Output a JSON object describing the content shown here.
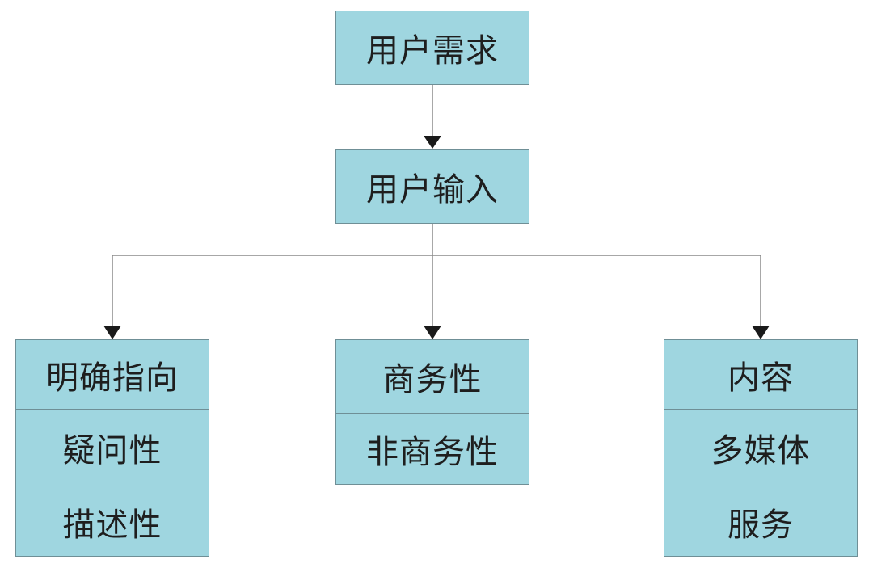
{
  "diagram": {
    "root": {
      "label": "用户需求"
    },
    "middle": {
      "label": "用户输入"
    },
    "branches": [
      {
        "items": [
          "明确指向",
          "疑问性",
          "描述性"
        ]
      },
      {
        "items": [
          "商务性",
          "非商务性"
        ]
      },
      {
        "items": [
          "内容",
          "多媒体",
          "服务"
        ]
      }
    ]
  },
  "colors": {
    "box_fill": "#9fd6e0",
    "box_border": "#6f8f96",
    "line": "#8a8a8a",
    "arrow": "#1a1a1a",
    "text": "#1e1e1e"
  }
}
